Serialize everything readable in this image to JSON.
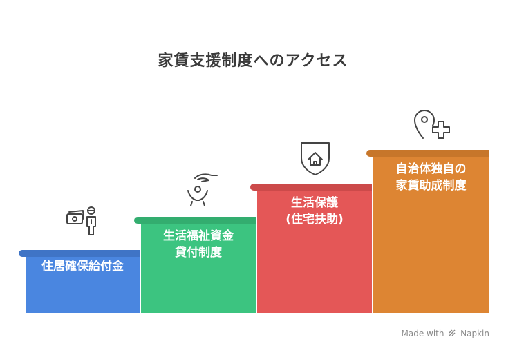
{
  "title": "家賃支援制度へのアクセス",
  "steps": [
    {
      "label": "住居確保給付金",
      "color": "#4a86e0",
      "cap_color": "#3f74c6",
      "icon": "money-person-icon"
    },
    {
      "label": "生活福祉資金\n貸付制度",
      "color": "#3cc480",
      "cap_color": "#33ad6f",
      "icon": "hand-care-icon"
    },
    {
      "label": "生活保護\n(住宅扶助)",
      "color": "#e45757",
      "cap_color": "#cc4a4a",
      "icon": "home-shield-icon"
    },
    {
      "label": "自治体独自の\n家賃助成制度",
      "color": "#dd8533",
      "cap_color": "#c7762a",
      "icon": "location-plus-icon"
    }
  ],
  "footer": {
    "made_with": "Made with",
    "brand": "Napkin"
  }
}
